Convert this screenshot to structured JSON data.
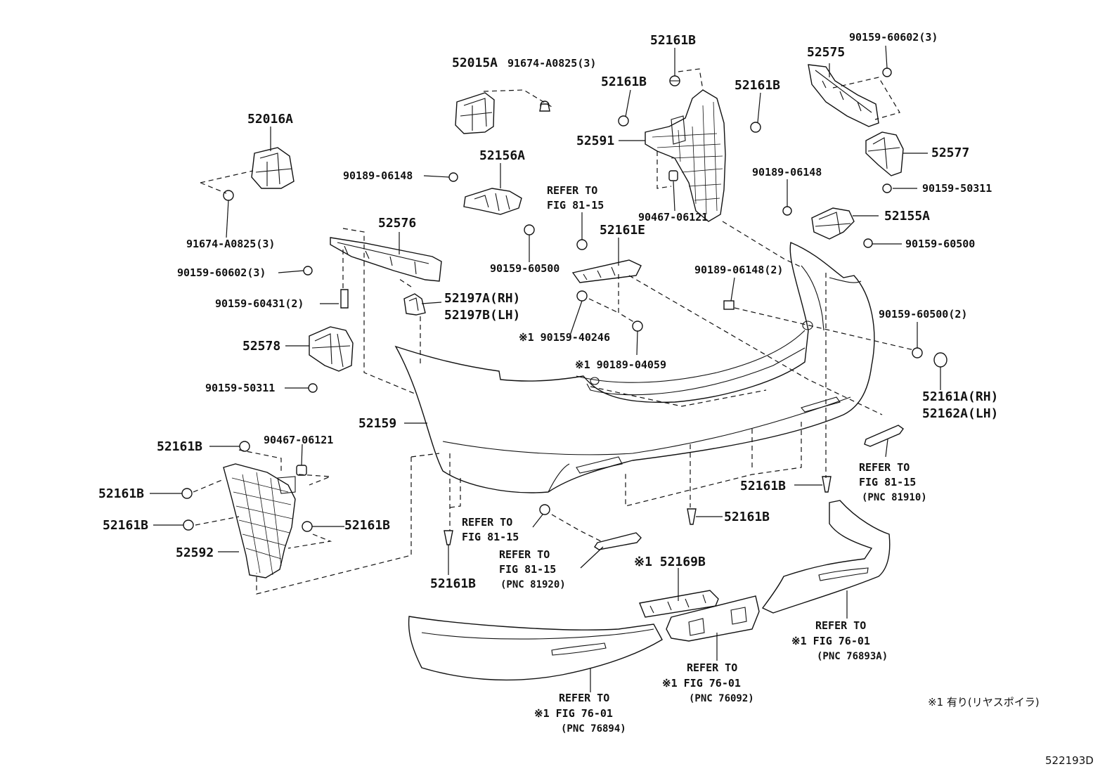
{
  "labels": {
    "p52161B_top": "52161B",
    "p52015A": "52015A",
    "p91674_top": "91674-A0825(3)",
    "p52161B_l": "52161B",
    "p52161B_r": "52161B",
    "p52591": "52591",
    "p90159_60602_top": "90159-60602(3)",
    "p52575": "52575",
    "p52577": "52577",
    "p90159_50311_r": "90159-50311",
    "p90189_06148_r": "90189-06148",
    "p52155A": "52155A",
    "p90159_60500_r": "90159-60500",
    "p52016A": "52016A",
    "p91674_left": "91674-A0825(3)",
    "p90189_06148_c": "90189-06148",
    "p52156A": "52156A",
    "p90159_60500_c": "90159-60500",
    "p90467_06121_c": "90467-06121",
    "p52576": "52576",
    "p90159_60602_l": "90159-60602(3)",
    "p90159_60431": "90159-60431(2)",
    "ref_fig_8115_top_1": "REFER TO",
    "ref_fig_8115_top_2": "FIG 81-15",
    "p52161E": "52161E",
    "p90189_06148_2": "90189-06148(2)",
    "p52197A": "52197A(RH)",
    "p52197B": "52197B(LH)",
    "p90159_40246": "※1 90159-40246",
    "p90189_04059": "※1 90189-04059",
    "p90159_60500_2": "90159-60500(2)",
    "p52161A": "52161A(RH)",
    "p52162A": "52162A(LH)",
    "p52578": "52578",
    "p90159_50311_l": "90159-50311",
    "p52159": "52159",
    "p52161B_ll": "52161B",
    "p90467_06121_l": "90467-06121",
    "p52161B_lm": "52161B",
    "p52161B_lw": "52161B",
    "p52161B_lr": "52161B",
    "p52592": "52592",
    "p52161B_bottom": "52161B",
    "p52161B_rb": "52161B",
    "p52161B_cb": "52161B",
    "ref_8115_left_1": "REFER TO",
    "ref_8115_left_2": "FIG 81-15",
    "ref_81920_1": "REFER TO",
    "ref_81920_2": "FIG 81-15",
    "ref_81920_3": "(PNC 81920)",
    "ref_81910_1": "REFER TO",
    "ref_81910_2": "FIG 81-15",
    "ref_81910_3": "(PNC 81910)",
    "p52169B": "※1 52169B",
    "ref_76893A_1": "REFER TO",
    "ref_76893A_2": "※1 FIG 76-01",
    "ref_76893A_3": "(PNC 76893A)",
    "ref_76092_1": "REFER TO",
    "ref_76092_2": "※1 FIG 76-01",
    "ref_76092_3": "(PNC 76092)",
    "ref_76894_1": "REFER TO",
    "ref_76894_2": "※1 FIG 76-01",
    "ref_76894_3": "(PNC 76894)",
    "footnote": "※1 有り(リヤスポイラ)",
    "diagram_id": "522193D"
  }
}
